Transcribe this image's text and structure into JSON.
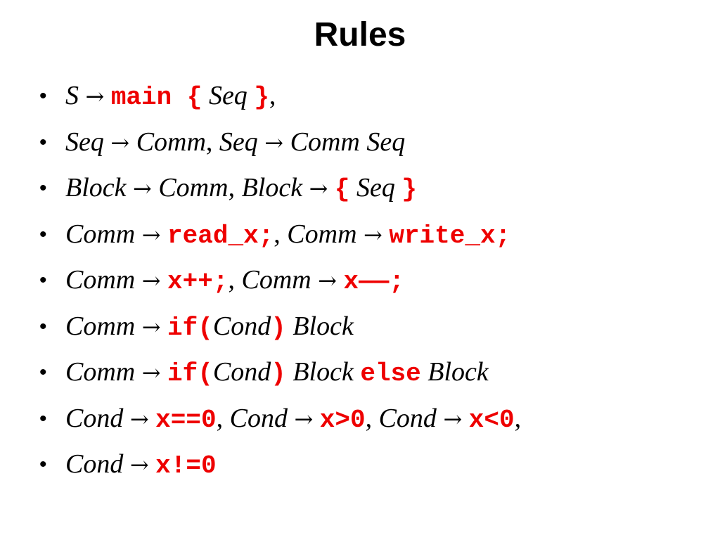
{
  "slide": {
    "title": "Rules",
    "bullet": "•",
    "accent_color": "#ee0000",
    "rules": [
      {
        "segments": [
          {
            "t": "S",
            "k": "it"
          },
          {
            "t": " ",
            "k": "tx"
          },
          {
            "t": "→",
            "k": "ar"
          },
          {
            "t": " ",
            "k": "tx"
          },
          {
            "t": "main {",
            "k": "kw"
          },
          {
            "t": " ",
            "k": "tx"
          },
          {
            "t": "Seq",
            "k": "it"
          },
          {
            "t": " ",
            "k": "tx"
          },
          {
            "t": "}",
            "k": "kw"
          },
          {
            "t": ",",
            "k": "tx"
          }
        ]
      },
      {
        "segments": [
          {
            "t": "Seq",
            "k": "it"
          },
          {
            "t": " ",
            "k": "tx"
          },
          {
            "t": "→",
            "k": "ar"
          },
          {
            "t": " ",
            "k": "tx"
          },
          {
            "t": "Comm",
            "k": "it"
          },
          {
            "t": ", ",
            "k": "tx"
          },
          {
            "t": "Seq",
            "k": "it"
          },
          {
            "t": " ",
            "k": "tx"
          },
          {
            "t": "→",
            "k": "ar"
          },
          {
            "t": " ",
            "k": "tx"
          },
          {
            "t": "Comm Seq",
            "k": "it"
          }
        ]
      },
      {
        "segments": [
          {
            "t": "Block",
            "k": "it"
          },
          {
            "t": " ",
            "k": "tx"
          },
          {
            "t": "→",
            "k": "ar"
          },
          {
            "t": "  ",
            "k": "tx"
          },
          {
            "t": "Comm",
            "k": "it"
          },
          {
            "t": ", ",
            "k": "tx"
          },
          {
            "t": "Block",
            "k": "it"
          },
          {
            "t": " ",
            "k": "tx"
          },
          {
            "t": "→",
            "k": "ar"
          },
          {
            "t": " ",
            "k": "tx"
          },
          {
            "t": "{",
            "k": "kw"
          },
          {
            "t": " ",
            "k": "tx"
          },
          {
            "t": "Seq",
            "k": "it"
          },
          {
            "t": " ",
            "k": "tx"
          },
          {
            "t": "}",
            "k": "kw"
          }
        ]
      },
      {
        "segments": [
          {
            "t": "Comm",
            "k": "it"
          },
          {
            "t": " ",
            "k": "tx"
          },
          {
            "t": "→",
            "k": "ar"
          },
          {
            "t": " ",
            "k": "tx"
          },
          {
            "t": "read_x;",
            "k": "kw"
          },
          {
            "t": ", ",
            "k": "tx"
          },
          {
            "t": "Comm",
            "k": "it"
          },
          {
            "t": " ",
            "k": "tx"
          },
          {
            "t": "→",
            "k": "ar"
          },
          {
            "t": " ",
            "k": "tx"
          },
          {
            "t": "write_x;",
            "k": "kw"
          }
        ]
      },
      {
        "segments": [
          {
            "t": "Comm",
            "k": "it"
          },
          {
            "t": " ",
            "k": "tx"
          },
          {
            "t": "→",
            "k": "ar"
          },
          {
            "t": " ",
            "k": "tx"
          },
          {
            "t": "x++;",
            "k": "kw"
          },
          {
            "t": ", ",
            "k": "tx"
          },
          {
            "t": "Comm",
            "k": "it"
          },
          {
            "t": " ",
            "k": "tx"
          },
          {
            "t": "→",
            "k": "ar"
          },
          {
            "t": " ",
            "k": "tx"
          },
          {
            "t": "x——;",
            "k": "kw"
          }
        ]
      },
      {
        "segments": [
          {
            "t": "Comm",
            "k": "it"
          },
          {
            "t": " ",
            "k": "tx"
          },
          {
            "t": "→",
            "k": "ar"
          },
          {
            "t": " ",
            "k": "tx"
          },
          {
            "t": "if(",
            "k": "kw"
          },
          {
            "t": "Cond",
            "k": "it"
          },
          {
            "t": ")",
            "k": "kw"
          },
          {
            "t": "  ",
            "k": "tx"
          },
          {
            "t": "Block",
            "k": "it"
          }
        ]
      },
      {
        "segments": [
          {
            "t": "Comm",
            "k": "it"
          },
          {
            "t": " ",
            "k": "tx"
          },
          {
            "t": "→",
            "k": "ar"
          },
          {
            "t": " ",
            "k": "tx"
          },
          {
            "t": "if(",
            "k": "kw"
          },
          {
            "t": "Cond",
            "k": "it"
          },
          {
            "t": ")",
            "k": "kw"
          },
          {
            "t": "  ",
            "k": "tx"
          },
          {
            "t": "Block",
            "k": "it"
          },
          {
            "t": "  ",
            "k": "tx"
          },
          {
            "t": "else",
            "k": "kw"
          },
          {
            "t": "  ",
            "k": "tx"
          },
          {
            "t": "Block",
            "k": "it"
          }
        ]
      },
      {
        "segments": [
          {
            "t": "Cond",
            "k": "it"
          },
          {
            "t": " ",
            "k": "tx"
          },
          {
            "t": "→",
            "k": "ar"
          },
          {
            "t": " ",
            "k": "tx"
          },
          {
            "t": "x==0",
            "k": "kw"
          },
          {
            "t": ", ",
            "k": "tx"
          },
          {
            "t": "Cond",
            "k": "it"
          },
          {
            "t": " ",
            "k": "tx"
          },
          {
            "t": "→",
            "k": "ar"
          },
          {
            "t": " ",
            "k": "tx"
          },
          {
            "t": "x>0",
            "k": "kw"
          },
          {
            "t": ", ",
            "k": "tx"
          },
          {
            "t": "Cond",
            "k": "it"
          },
          {
            "t": " ",
            "k": "tx"
          },
          {
            "t": "→",
            "k": "ar"
          },
          {
            "t": " ",
            "k": "tx"
          },
          {
            "t": "x<0",
            "k": "kw"
          },
          {
            "t": ",",
            "k": "tx"
          }
        ]
      },
      {
        "segments": [
          {
            "t": "Cond",
            "k": "it"
          },
          {
            "t": " ",
            "k": "tx"
          },
          {
            "t": "→",
            "k": "ar"
          },
          {
            "t": " ",
            "k": "tx"
          },
          {
            "t": "x!=0",
            "k": "kw"
          }
        ]
      }
    ]
  }
}
